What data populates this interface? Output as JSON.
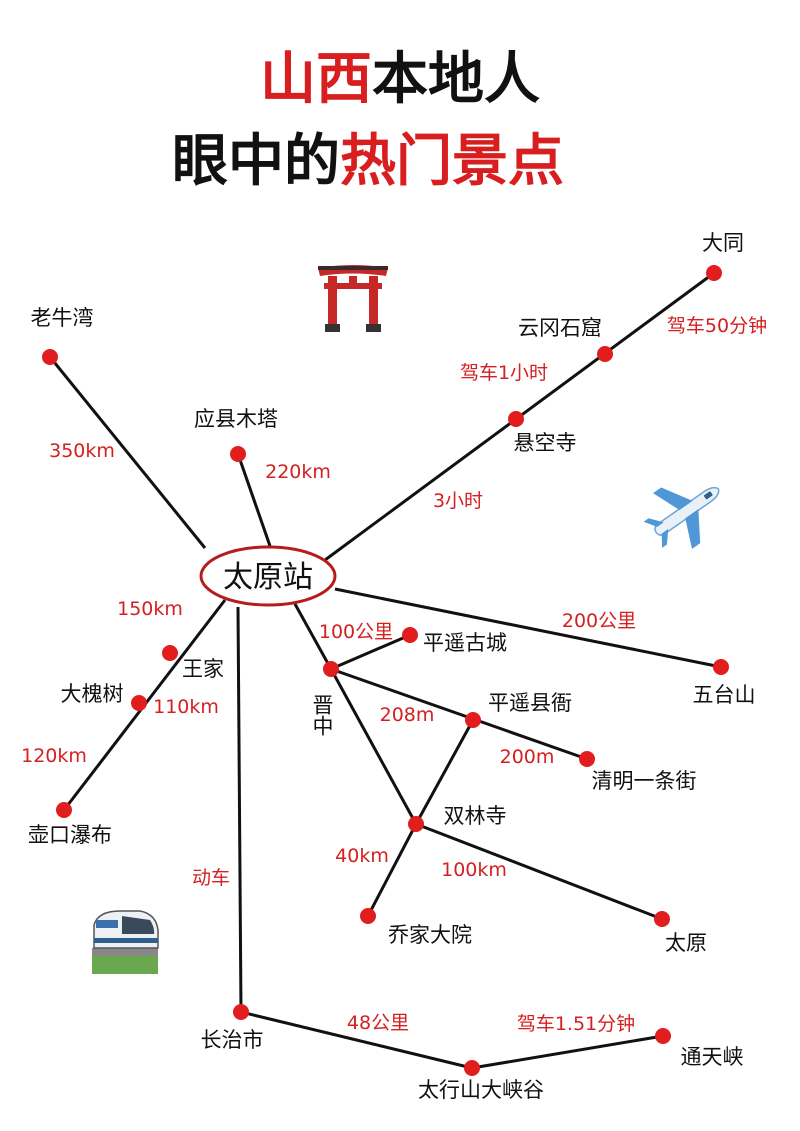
{
  "title": {
    "line1_red": "山西",
    "line1_black": "本地人",
    "line2_black": "眼中的",
    "line2_red": "热门景点"
  },
  "colors": {
    "accent": "#d81e1e",
    "line": "#111111",
    "text": "#111111"
  },
  "hub": {
    "label": "太原站"
  },
  "places": [
    {
      "id": "datong",
      "label": "大同"
    },
    {
      "id": "yungang",
      "label": "云冈石窟"
    },
    {
      "id": "xuankong",
      "label": "悬空寺"
    },
    {
      "id": "laoniuwan",
      "label": "老牛湾"
    },
    {
      "id": "yingxian",
      "label": "应县木塔"
    },
    {
      "id": "wutai",
      "label": "五台山"
    },
    {
      "id": "pingyao-old",
      "label": "平遥古城"
    },
    {
      "id": "jinzhong",
      "label": "晋中"
    },
    {
      "id": "pingyao-street",
      "label": "平遥县衙"
    },
    {
      "id": "qingming",
      "label": "清明一条街"
    },
    {
      "id": "shuanglin",
      "label": "双林寺"
    },
    {
      "id": "qiaojia",
      "label": "乔家大院"
    },
    {
      "id": "taiyuan",
      "label": "太原"
    },
    {
      "id": "wangjia",
      "label": "王家"
    },
    {
      "id": "dahuai",
      "label": "大槐树"
    },
    {
      "id": "hukou",
      "label": "壶口瀑布"
    },
    {
      "id": "changzhi",
      "label": "长治市"
    },
    {
      "id": "taihang",
      "label": "太行山大峡谷"
    },
    {
      "id": "tongtian",
      "label": "通天峡"
    }
  ],
  "routes": [
    {
      "id": "hub-xuankong",
      "label": "3小时"
    },
    {
      "id": "xuankong-yungang",
      "label": "驾车1小时"
    },
    {
      "id": "yungang-datong",
      "label": "驾车50分钟"
    },
    {
      "id": "hub-laoniuwan",
      "label": "350km"
    },
    {
      "id": "hub-yingxian",
      "label": "220km"
    },
    {
      "id": "hub-wutai",
      "label": "200公里"
    },
    {
      "id": "jinzhong-pingyao",
      "label": "100公里"
    },
    {
      "id": "jinzhong-qingming",
      "label": "208m"
    },
    {
      "id": "pingyao-qingming",
      "label": "200m"
    },
    {
      "id": "shuanglin-qiaojia",
      "label": "40km"
    },
    {
      "id": "shuanglin-taiyuan",
      "label": "100km"
    },
    {
      "id": "hub-wangjia",
      "label": "150km"
    },
    {
      "id": "wangjia-dahuai",
      "label": "110km"
    },
    {
      "id": "dahuai-hukou",
      "label": "120km"
    },
    {
      "id": "hub-changzhi",
      "label": "动车"
    },
    {
      "id": "changzhi-taihang",
      "label": "48公里"
    },
    {
      "id": "taihang-tongtian",
      "label": "驾车1.51分钟"
    }
  ],
  "icons": [
    "torii-gate-icon",
    "airplane-icon",
    "train-icon"
  ]
}
